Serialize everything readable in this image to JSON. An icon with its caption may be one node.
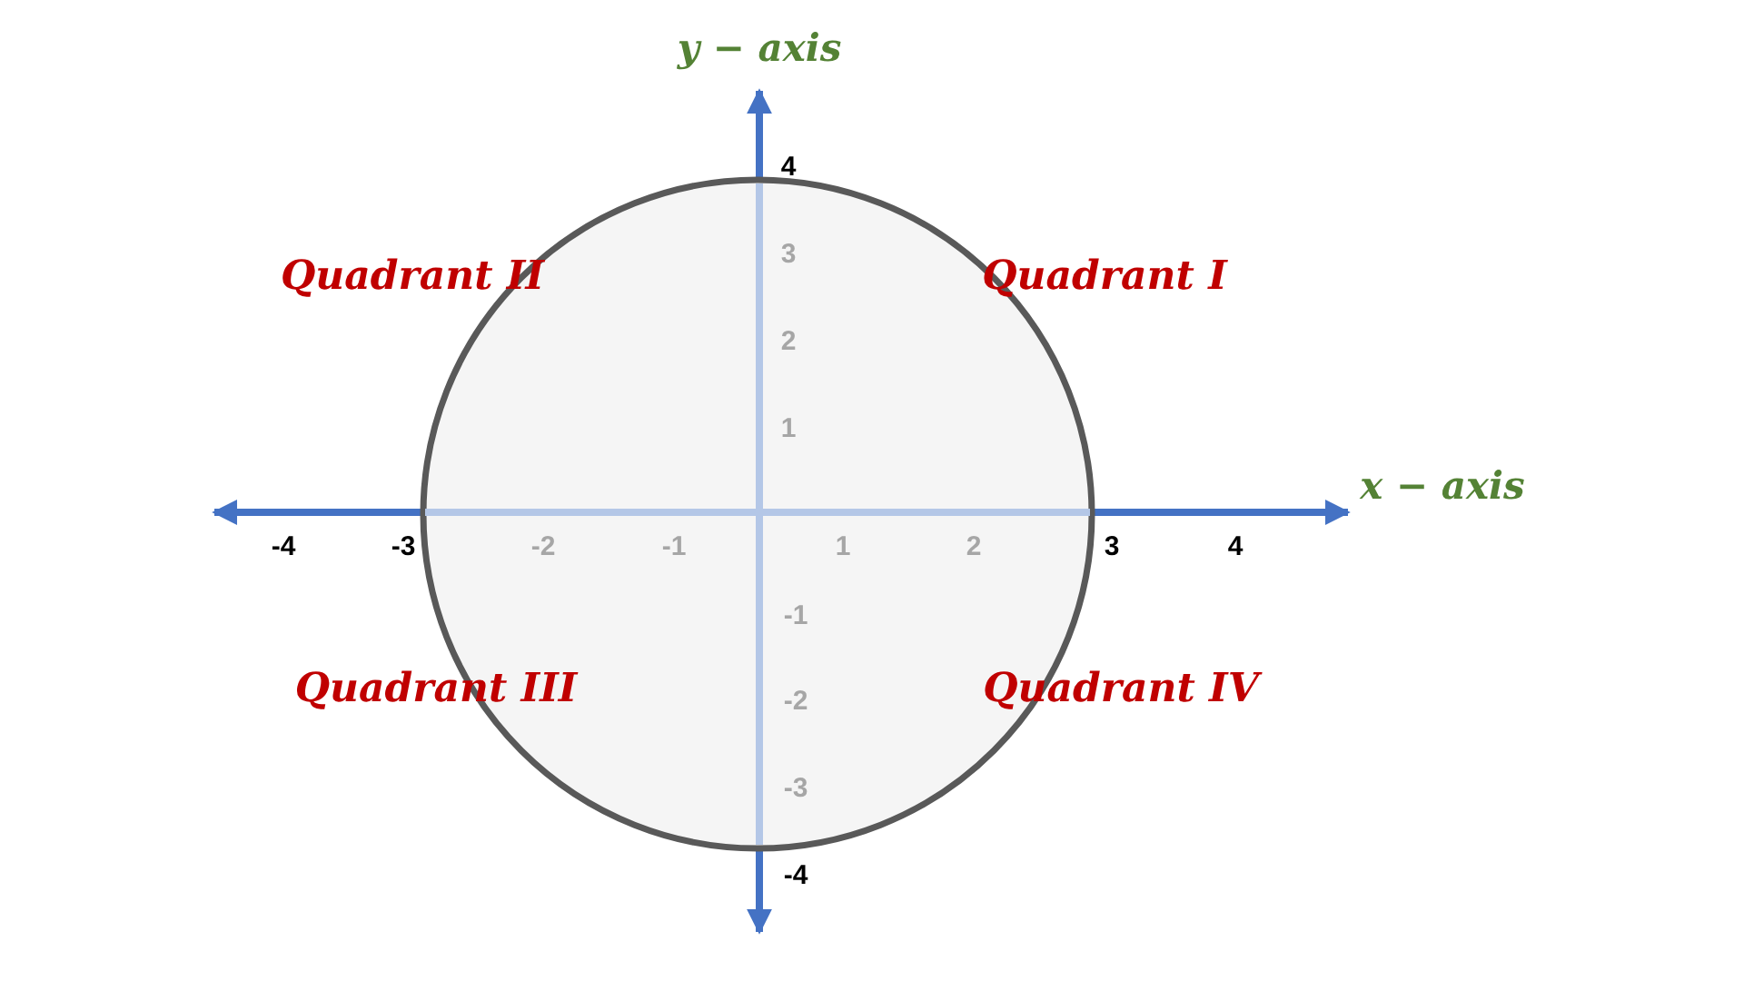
{
  "diagram": {
    "labels": [
      "y − axis",
      "4",
      "3",
      "Quadrant II",
      "Quadrant I",
      "2",
      "1",
      "x − axis",
      "-4",
      "-3",
      "-2",
      "-1",
      "1",
      "2",
      "3",
      "4",
      "-1",
      "Quadrant III",
      "Quadrant IV",
      "-2",
      "-3",
      "-4"
    ]
  }
}
